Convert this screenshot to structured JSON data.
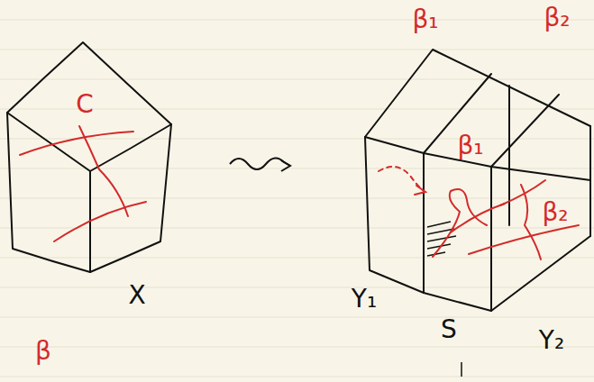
{
  "diagram": {
    "labels": [
      "C",
      "X",
      "β",
      "β₁",
      "β₂",
      "β₁",
      "β₂",
      "Y₁",
      "S",
      "Y₂"
    ]
  }
}
